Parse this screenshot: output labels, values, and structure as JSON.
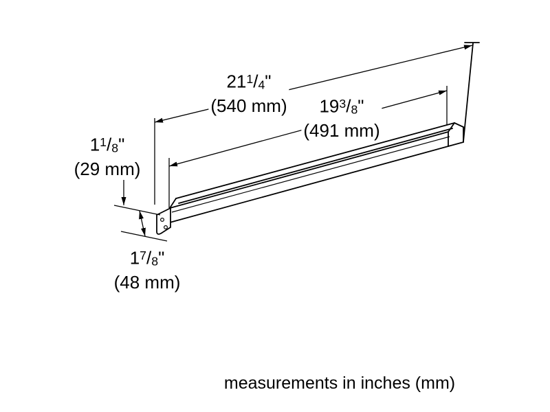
{
  "drawing": {
    "frac_sep": "/",
    "caption": "measurements in inches (mm)",
    "dim_overall": {
      "whole": "21",
      "num": "1",
      "den": "4",
      "unit": "\"",
      "metric": "(540 mm)"
    },
    "dim_inner": {
      "whole": "19",
      "num": "3",
      "den": "8",
      "unit": "\"",
      "metric": "(491 mm)"
    },
    "dim_height": {
      "whole": "1",
      "num": "1",
      "den": "8",
      "unit": "\"",
      "metric": "(29 mm)"
    },
    "dim_depth": {
      "whole": "1",
      "num": "7",
      "den": "8",
      "unit": "\"",
      "metric": "(48 mm)"
    },
    "colors": {
      "line": "#000000",
      "background": "#ffffff"
    }
  }
}
